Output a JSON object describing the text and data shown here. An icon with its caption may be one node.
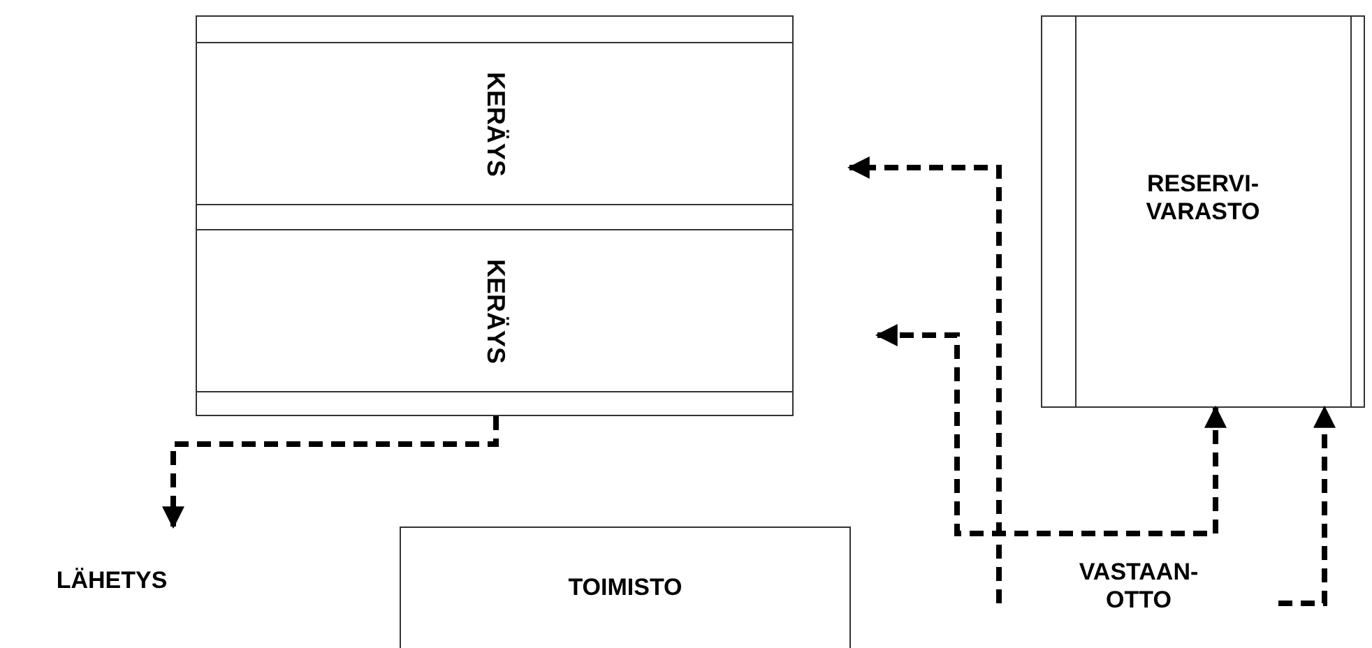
{
  "diagram": {
    "nodes": [
      {
        "text": [],
        "shape": "box"
      },
      {
        "text": [
          "KERÄYS"
        ],
        "in": 0
      },
      {
        "text": [
          "KERÄYS"
        ],
        "in": 0
      },
      {
        "text": [
          "RESERVI- VARASTO"
        ]
      },
      {
        "text": [
          "LÄHETYS"
        ]
      },
      {
        "text": [
          "TOIMISTO"
        ]
      },
      {
        "text": [
          "VASTAAN- OTTO"
        ]
      }
    ],
    "edges": [
      {
        "from": 0,
        "to": 4,
        "arrow": "to"
      },
      {
        "from": 6,
        "to": null,
        "arrow": "to"
      },
      {
        "from": 3,
        "to": null,
        "arrow": "both"
      },
      {
        "from": 6,
        "to": 3,
        "arrow": "to"
      }
    ]
  }
}
